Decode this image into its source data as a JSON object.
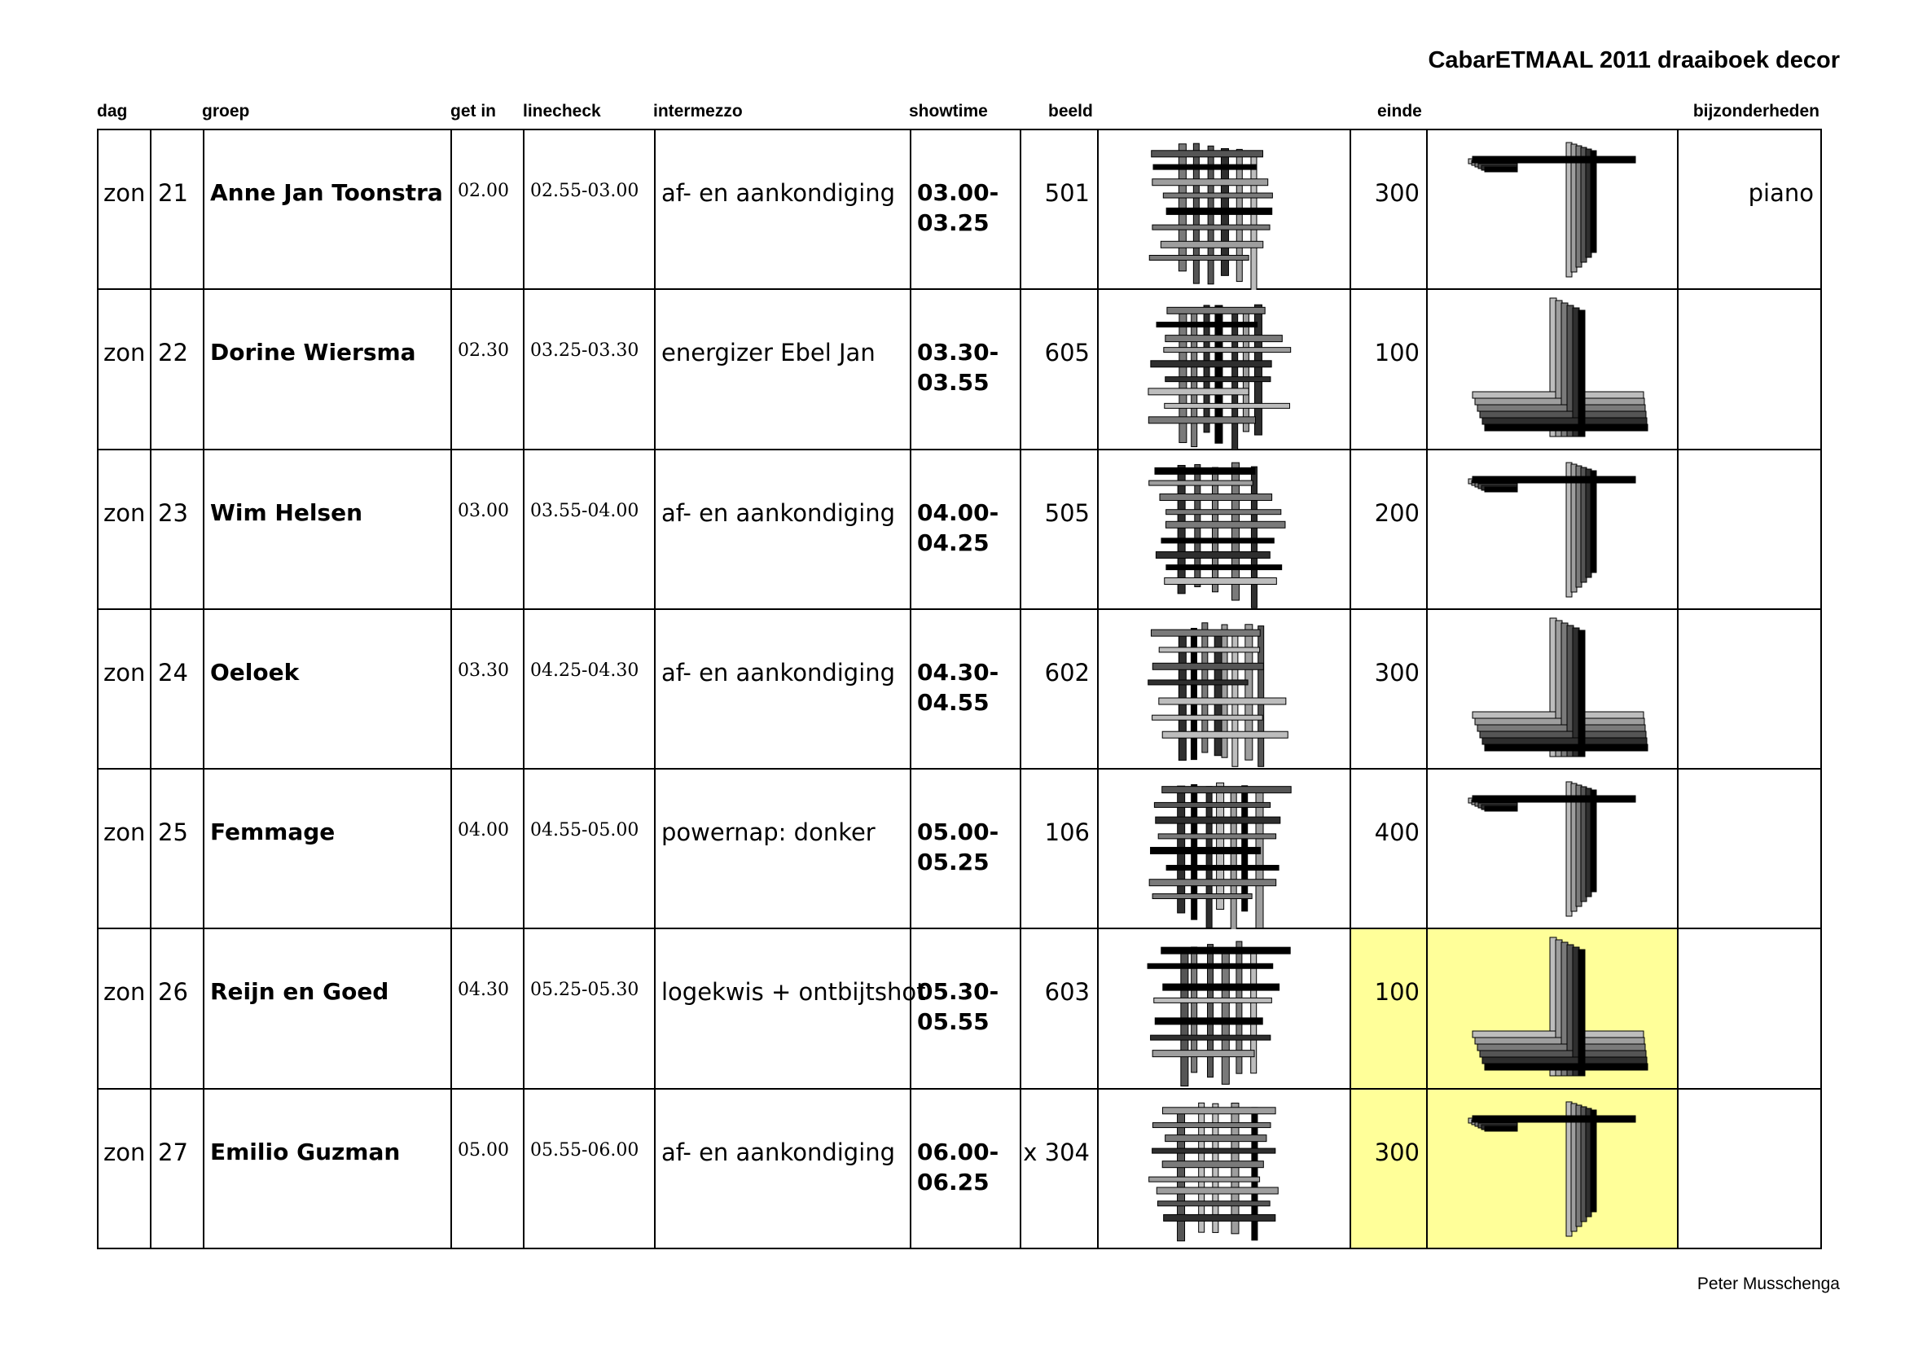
{
  "title": "CabarETMAAL 2011 draaiboek decor",
  "headers": {
    "dag": "dag",
    "groep": "groep",
    "getin": "get in",
    "linecheck": "linecheck",
    "intermezzo": "intermezzo",
    "showtime": "showtime",
    "beeld": "beeld",
    "einde": "einde",
    "bijzonderheden": "bijzonderheden"
  },
  "rows": [
    {
      "dag": "zon",
      "num": "21",
      "groep": "Anne Jan Toonstra",
      "getin": "02.00",
      "linecheck": "02.55-03.00",
      "intermezzo": "af- en aankondiging",
      "show_start": "03.00-",
      "show_end": "03.25",
      "beeld": "501",
      "einde": "300",
      "bijz": "piano",
      "beeld_icon": "batten-grid-icon",
      "einde_icon": "batten-stack-icon"
    },
    {
      "dag": "zon",
      "num": "22",
      "groep": "Dorine Wiersma",
      "getin": "02.30",
      "linecheck": "03.25-03.30",
      "intermezzo": "energizer Ebel Jan",
      "show_start": "03.30-",
      "show_end": "03.55",
      "beeld": "605",
      "einde": "100",
      "bijz": "",
      "beeld_icon": "batten-grid-icon",
      "einde_icon": "batten-stack-icon"
    },
    {
      "dag": "zon",
      "num": "23",
      "groep": "Wim Helsen",
      "getin": "03.00",
      "linecheck": "03.55-04.00",
      "intermezzo": "af- en aankondiging",
      "show_start": "04.00-",
      "show_end": "04.25",
      "beeld": "505",
      "einde": "200",
      "bijz": "",
      "beeld_icon": "batten-grid-icon",
      "einde_icon": "batten-stack-icon"
    },
    {
      "dag": "zon",
      "num": "24",
      "groep": "Oeloek",
      "getin": "03.30",
      "linecheck": "04.25-04.30",
      "intermezzo": "af- en aankondiging",
      "show_start": "04.30-",
      "show_end": "04.55",
      "beeld": "602",
      "einde": "300",
      "bijz": "",
      "beeld_icon": "batten-grid-icon",
      "einde_icon": "batten-stack-icon"
    },
    {
      "dag": "zon",
      "num": "25",
      "groep": "Femmage",
      "getin": "04.00",
      "linecheck": "04.55-05.00",
      "intermezzo": "powernap: donker",
      "show_start": "05.00-",
      "show_end": "05.25",
      "beeld": "106",
      "einde": "400",
      "bijz": "",
      "beeld_icon": "batten-grid-icon",
      "einde_icon": "batten-stack-icon"
    },
    {
      "dag": "zon",
      "num": "26",
      "groep": "Reijn en Goed",
      "getin": "04.30",
      "linecheck": "05.25-05.30",
      "intermezzo": "logekwis + ontbijtshot",
      "show_start": "05.30-",
      "show_end": "05.55",
      "beeld": "603",
      "einde": "100",
      "bijz": "",
      "beeld_icon": "batten-grid-icon",
      "einde_icon": "batten-stack-icon",
      "highlight": "#ffff99"
    },
    {
      "dag": "zon",
      "num": "27",
      "groep": "Emilio Guzman",
      "getin": "05.00",
      "linecheck": "05.55-06.00",
      "intermezzo": "af- en aankondiging",
      "show_start": "06.00-",
      "show_end": "06.25",
      "beeld": "x 304",
      "einde": "300",
      "bijz": "",
      "beeld_icon": "batten-grid-icon",
      "einde_icon": "batten-stack-icon",
      "highlight": "#ffff99"
    }
  ],
  "footer": "Peter Musschenga"
}
